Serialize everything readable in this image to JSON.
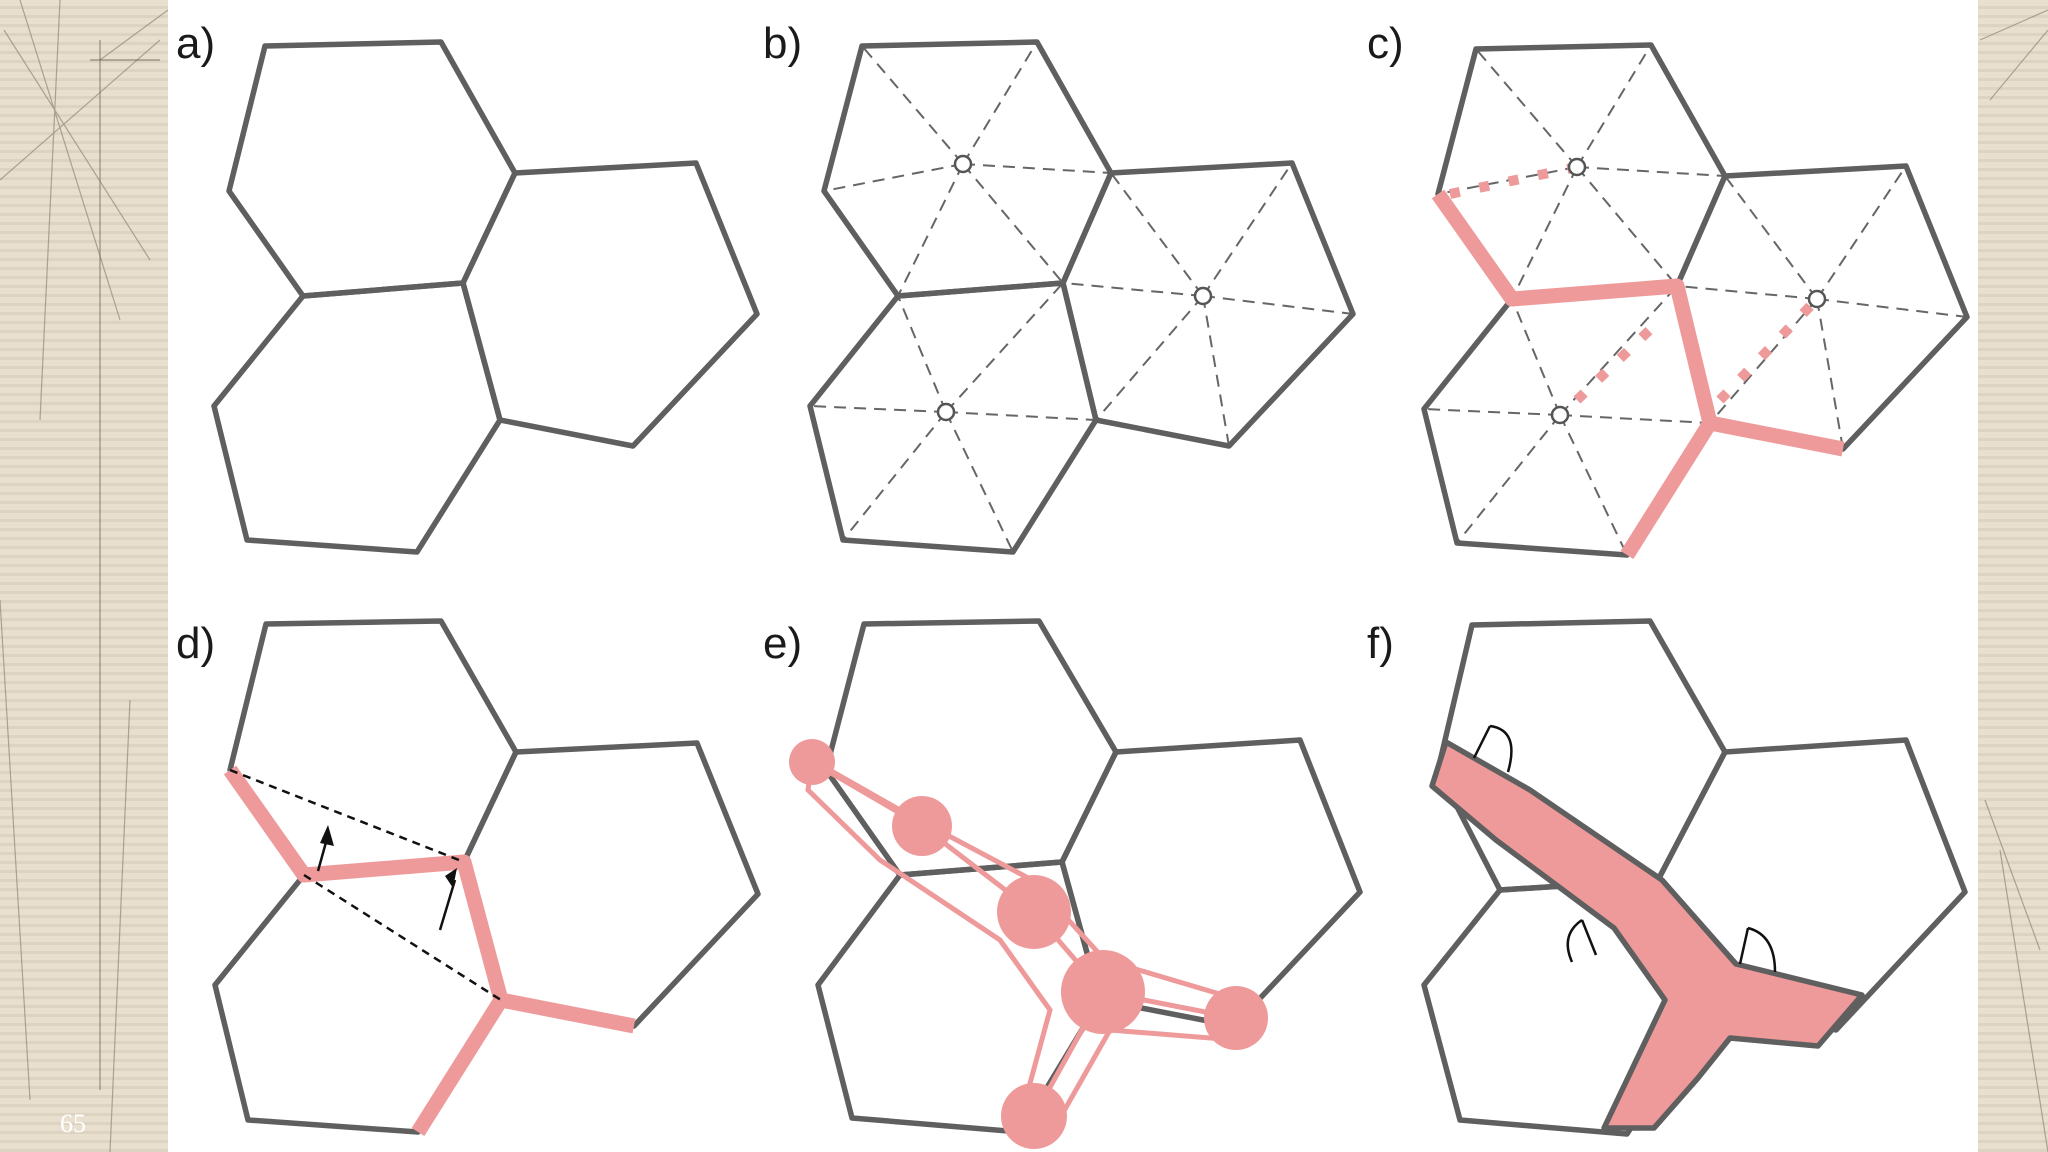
{
  "slide": {
    "page_number": "65"
  },
  "panels": {
    "a": {
      "label": "a)"
    },
    "b": {
      "label": "b)"
    },
    "c": {
      "label": "c)"
    },
    "d": {
      "label": "d)"
    },
    "e": {
      "label": "e)"
    },
    "f": {
      "label": "f)"
    }
  },
  "colors": {
    "outline": "#5f5f5f",
    "accent_pink": "#ee9a9a",
    "background": "#ffffff",
    "side_border": "#e8dfcf"
  }
}
